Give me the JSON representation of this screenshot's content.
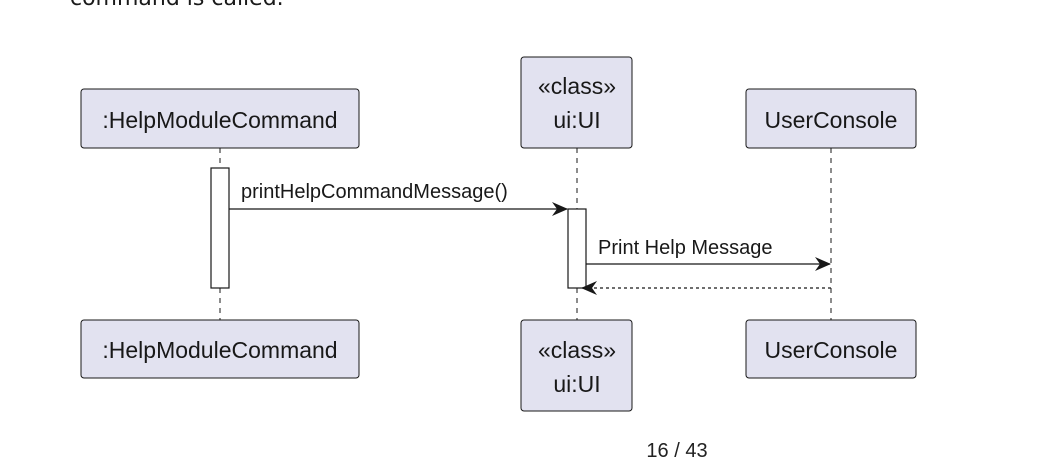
{
  "document": {
    "intro_text_fragment": "command is called.",
    "page_indicator": "16 / 43"
  },
  "diagram": {
    "type": "sequence",
    "participants": {
      "help_module_command": {
        "name": ":HelpModuleCommand"
      },
      "ui": {
        "stereotype": "«class»",
        "name": "ui:UI"
      },
      "user_console": {
        "name": "UserConsole"
      }
    },
    "messages": {
      "print_help_command_message": {
        "label": "printHelpCommandMessage()",
        "from": ":HelpModuleCommand",
        "to": "ui:UI",
        "style": "solid"
      },
      "print_help_message": {
        "label": "Print Help Message",
        "from": "ui:UI",
        "to": "UserConsole",
        "style": "solid"
      },
      "return_message": {
        "label": "",
        "from": "UserConsole",
        "to": "ui:UI",
        "style": "dashed"
      }
    },
    "colors": {
      "participant_fill": "#E2E2F0",
      "participant_border": "#181818",
      "activation_fill": "#FFFFFF",
      "line": "#181818"
    }
  }
}
